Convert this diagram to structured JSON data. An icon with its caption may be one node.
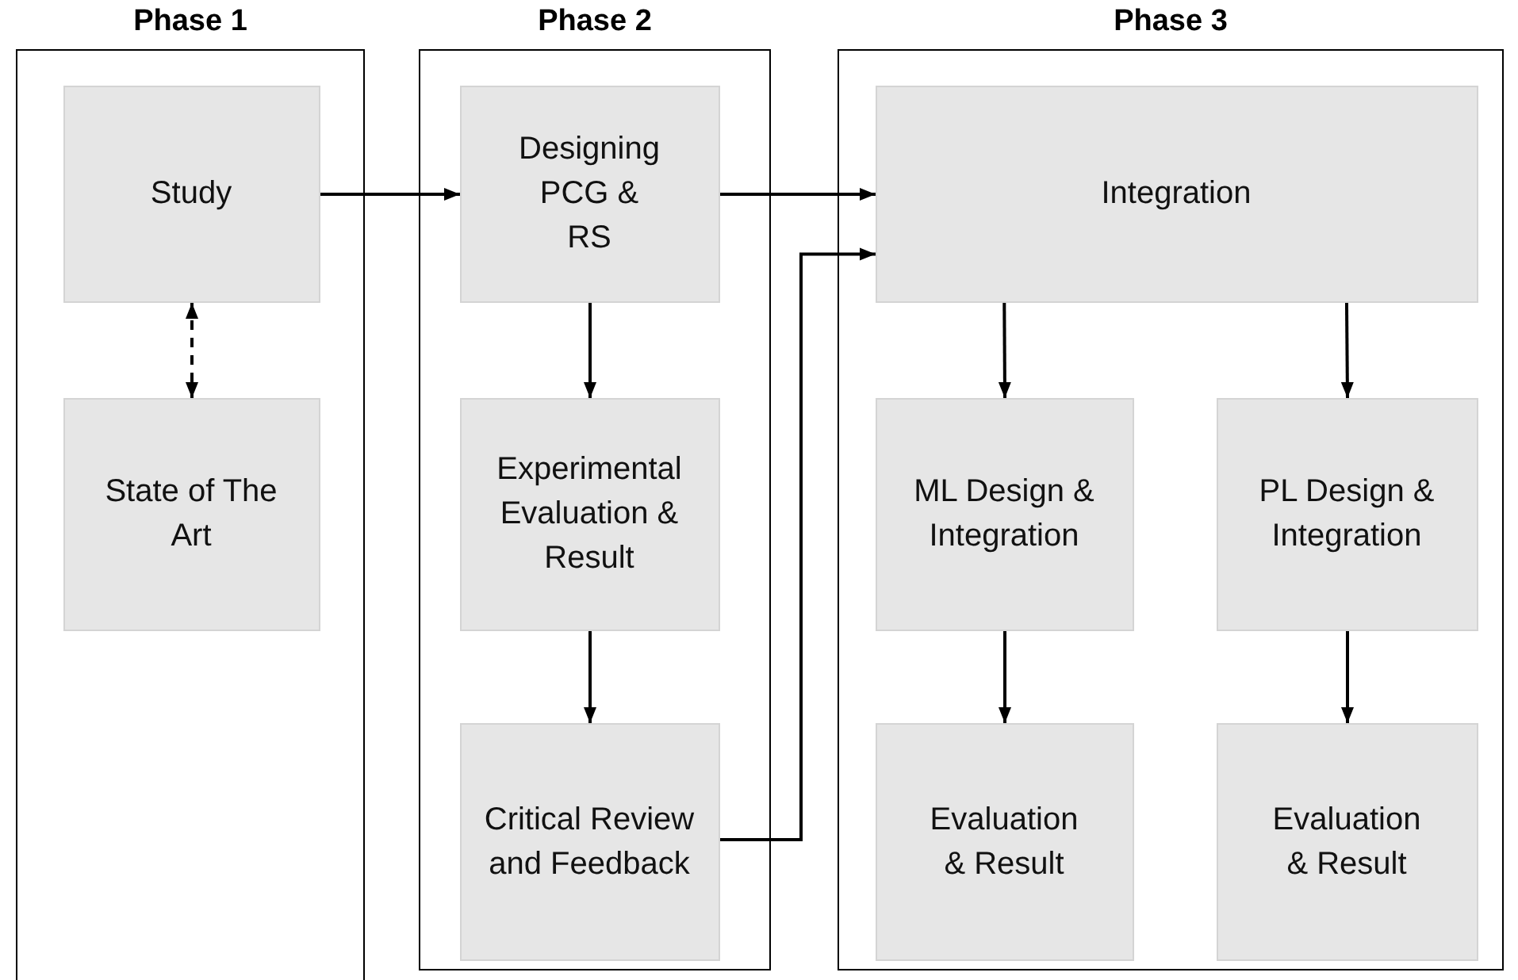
{
  "diagram": {
    "nodes": [
      {
        "text": [
          "Phase 1"
        ]
      },
      {
        "text": [
          "Study"
        ],
        "in": 0
      },
      {
        "text": [
          "State of The Art"
        ],
        "in": 0
      },
      {
        "text": [
          "Phase 2"
        ]
      },
      {
        "text": [
          "Designing PCG & RS"
        ],
        "in": 3
      },
      {
        "text": [
          "Experimental Evaluation & Result"
        ],
        "in": 3
      },
      {
        "text": [
          "Critical Review and Feedback"
        ],
        "in": 3
      },
      {
        "text": [
          "Phase 3"
        ]
      },
      {
        "text": [
          "Integration"
        ],
        "in": 7
      },
      {
        "text": [
          "ML Design & Integration"
        ],
        "in": 7
      },
      {
        "text": [
          "PL Design & Integration"
        ],
        "in": 7
      },
      {
        "text": [
          "Evaluation & Result"
        ],
        "in": 7
      },
      {
        "text": [
          "Evaluation & Result"
        ],
        "in": 7
      }
    ],
    "edges": [
      {
        "from": 1,
        "to": 4,
        "arrow": "to"
      },
      {
        "from": 1,
        "to": 2,
        "arrow": "both",
        "style": "dashed"
      },
      {
        "from": 4,
        "to": 8,
        "arrow": "to"
      },
      {
        "from": 6,
        "to": 8,
        "arrow": "to"
      },
      {
        "from": 4,
        "to": 5,
        "arrow": "to"
      },
      {
        "from": 5,
        "to": 6,
        "arrow": "to"
      },
      {
        "from": 8,
        "to": 9,
        "arrow": "to"
      },
      {
        "from": 8,
        "to": 10,
        "arrow": "to"
      },
      {
        "from": 9,
        "to": 11,
        "arrow": "to"
      },
      {
        "from": 10,
        "to": 12,
        "arrow": "to"
      }
    ]
  }
}
